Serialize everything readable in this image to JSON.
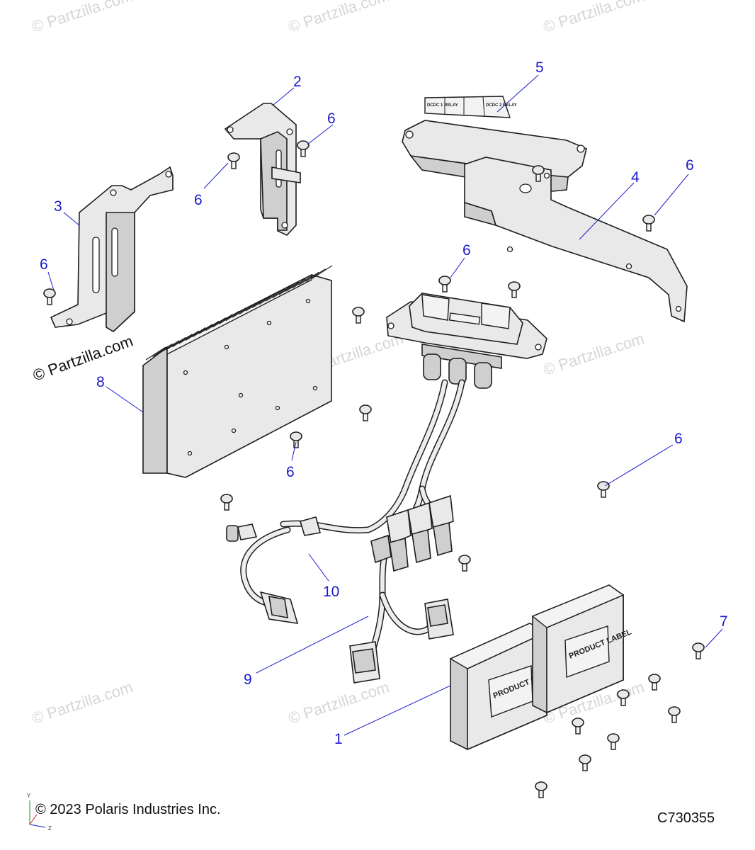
{
  "watermarks": {
    "partzilla_corner": "© Partzilla.com",
    "partzilla_main": "© Partzilla.com"
  },
  "callouts": {
    "c1": "1",
    "c2": "2",
    "c3": "3",
    "c4": "4",
    "c5": "5",
    "c6a": "6",
    "c6b": "6",
    "c6c": "6",
    "c6d": "6",
    "c6e": "6",
    "c6f": "6",
    "c6g": "6",
    "c7": "7",
    "c8": "8",
    "c9": "9",
    "c10": "10"
  },
  "part_labels": {
    "relay_label_left": "DCDC 1 RELAY",
    "relay_label_right": "DCDC 2 RELAY",
    "product_label_1": "PRODUCT LABEL",
    "product_label_2": "PRODUCT LABEL"
  },
  "footer": {
    "copyright": "© 2023 Polaris Industries Inc.",
    "figure_code": "C730355"
  },
  "axis": {
    "y": "Y",
    "z": "Z"
  },
  "colors": {
    "callout": "#1a1acc",
    "line": "#1d1d1d",
    "watermark": "#d6d6d6"
  }
}
